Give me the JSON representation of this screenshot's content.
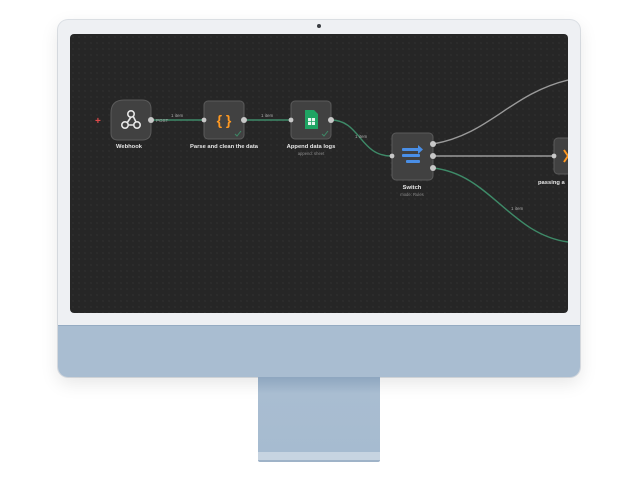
{
  "workflow": {
    "nodes": {
      "webhook": {
        "label": "Webhook",
        "method": "POST"
      },
      "parse": {
        "label": "Parse and clean the data",
        "icon_glyph": "{ }"
      },
      "append": {
        "label": "Append data logs",
        "sublabel": "append: sheet"
      },
      "switch": {
        "label": "Switch",
        "sublabel": "mode: Rules"
      },
      "passing": {
        "label": "passing a"
      }
    },
    "edges": {
      "parse_to_append": "1 item",
      "webhook_to_parse": "1 item",
      "append_to_switch": "1 item",
      "switch_bottom": "1 item"
    },
    "add_trigger_glyph": "+"
  },
  "colors": {
    "canvas": "#262626",
    "node_fill": "#414141",
    "node_border": "#5a5a5a",
    "connection": "#3e8a68",
    "connection_gray": "#9a9a9a",
    "accent_orange": "#ff9922",
    "sheets_green": "#1fa463",
    "switch_blue": "#4a8fe7",
    "monitor_body": "#eef0f3",
    "monitor_chin": "#a9bdd1"
  }
}
